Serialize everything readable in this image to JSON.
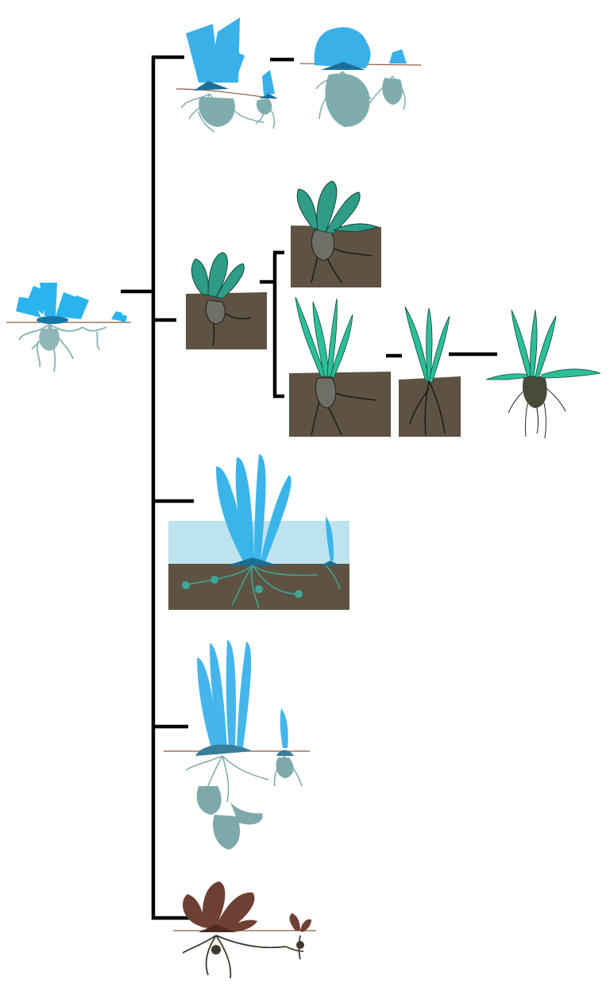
{
  "diagram": {
    "type": "evolutionary-tree",
    "colors": {
      "branch": "#000000",
      "ancestor_leaf": "#2ab4ee",
      "ancestor_root": "#8fb7b8",
      "lineage_a_leaf": "#3ab0e8",
      "lineage_a_root": "#7fadad",
      "lineage_b_leaf": "#2f9c86",
      "lineage_b_grass": "#2bbf9a",
      "soil": "#5e5342",
      "aquatic_water": "#bde3ee",
      "aquatic_leaf": "#3bb4ea",
      "lineage_d_leaf": "#45b6ec",
      "lineage_d_root": "#7ea9aa",
      "lineage_e_leaf": "#6e3f33",
      "lineage_e_root": "#3e3a2c",
      "ground_line": "#8b5a3c"
    },
    "nodes": [
      {
        "name": "ancestor-plant"
      },
      {
        "name": "lineage-a-early"
      },
      {
        "name": "lineage-a-derived"
      },
      {
        "name": "lineage-b-base"
      },
      {
        "name": "lineage-b-broadleaf"
      },
      {
        "name": "lineage-b-grasslike"
      },
      {
        "name": "lineage-b-grass-in-soil"
      },
      {
        "name": "lineage-b-free-grass"
      },
      {
        "name": "lineage-c-aquatic"
      },
      {
        "name": "lineage-d-tall-leaves"
      },
      {
        "name": "lineage-e-brown"
      }
    ]
  }
}
